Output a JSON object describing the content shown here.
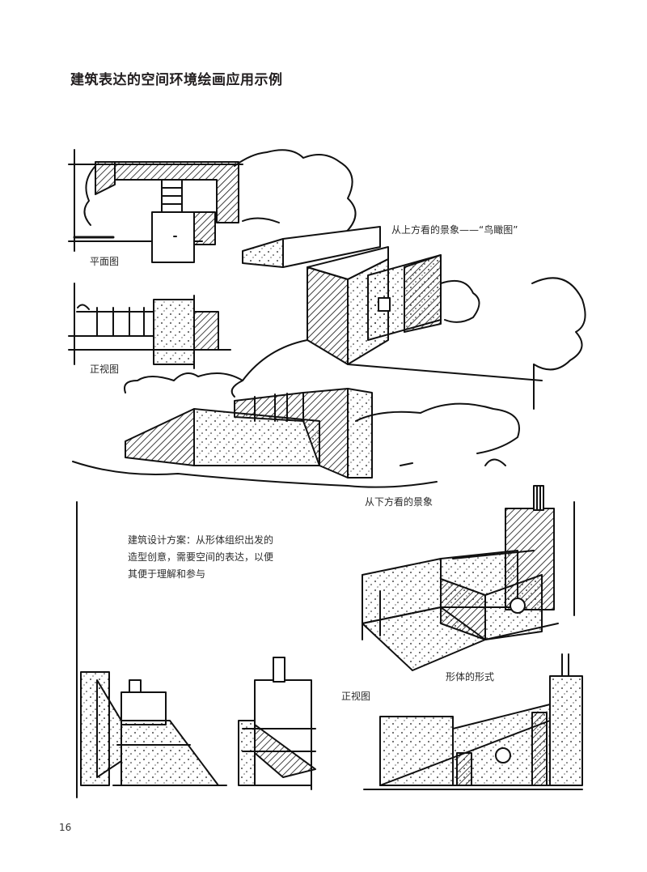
{
  "page": {
    "title": "建筑表达的空间环境绘画应用示例",
    "page_number": "16"
  },
  "labels": {
    "plan": "平面图",
    "front_view_top": "正视图",
    "birds_eye": "从上方看的景象——“鸟瞰图”",
    "worms_eye": "从下方看的景象",
    "form": "形体的形式",
    "front_view_bottom": "正视图"
  },
  "caption": {
    "text": "建筑设计方案：从形体组织出发的造型创意，需要空间的表达，以便其便于理解和参与"
  },
  "colors": {
    "ink": "#111111",
    "text": "#231f20",
    "paper": "#ffffff"
  }
}
